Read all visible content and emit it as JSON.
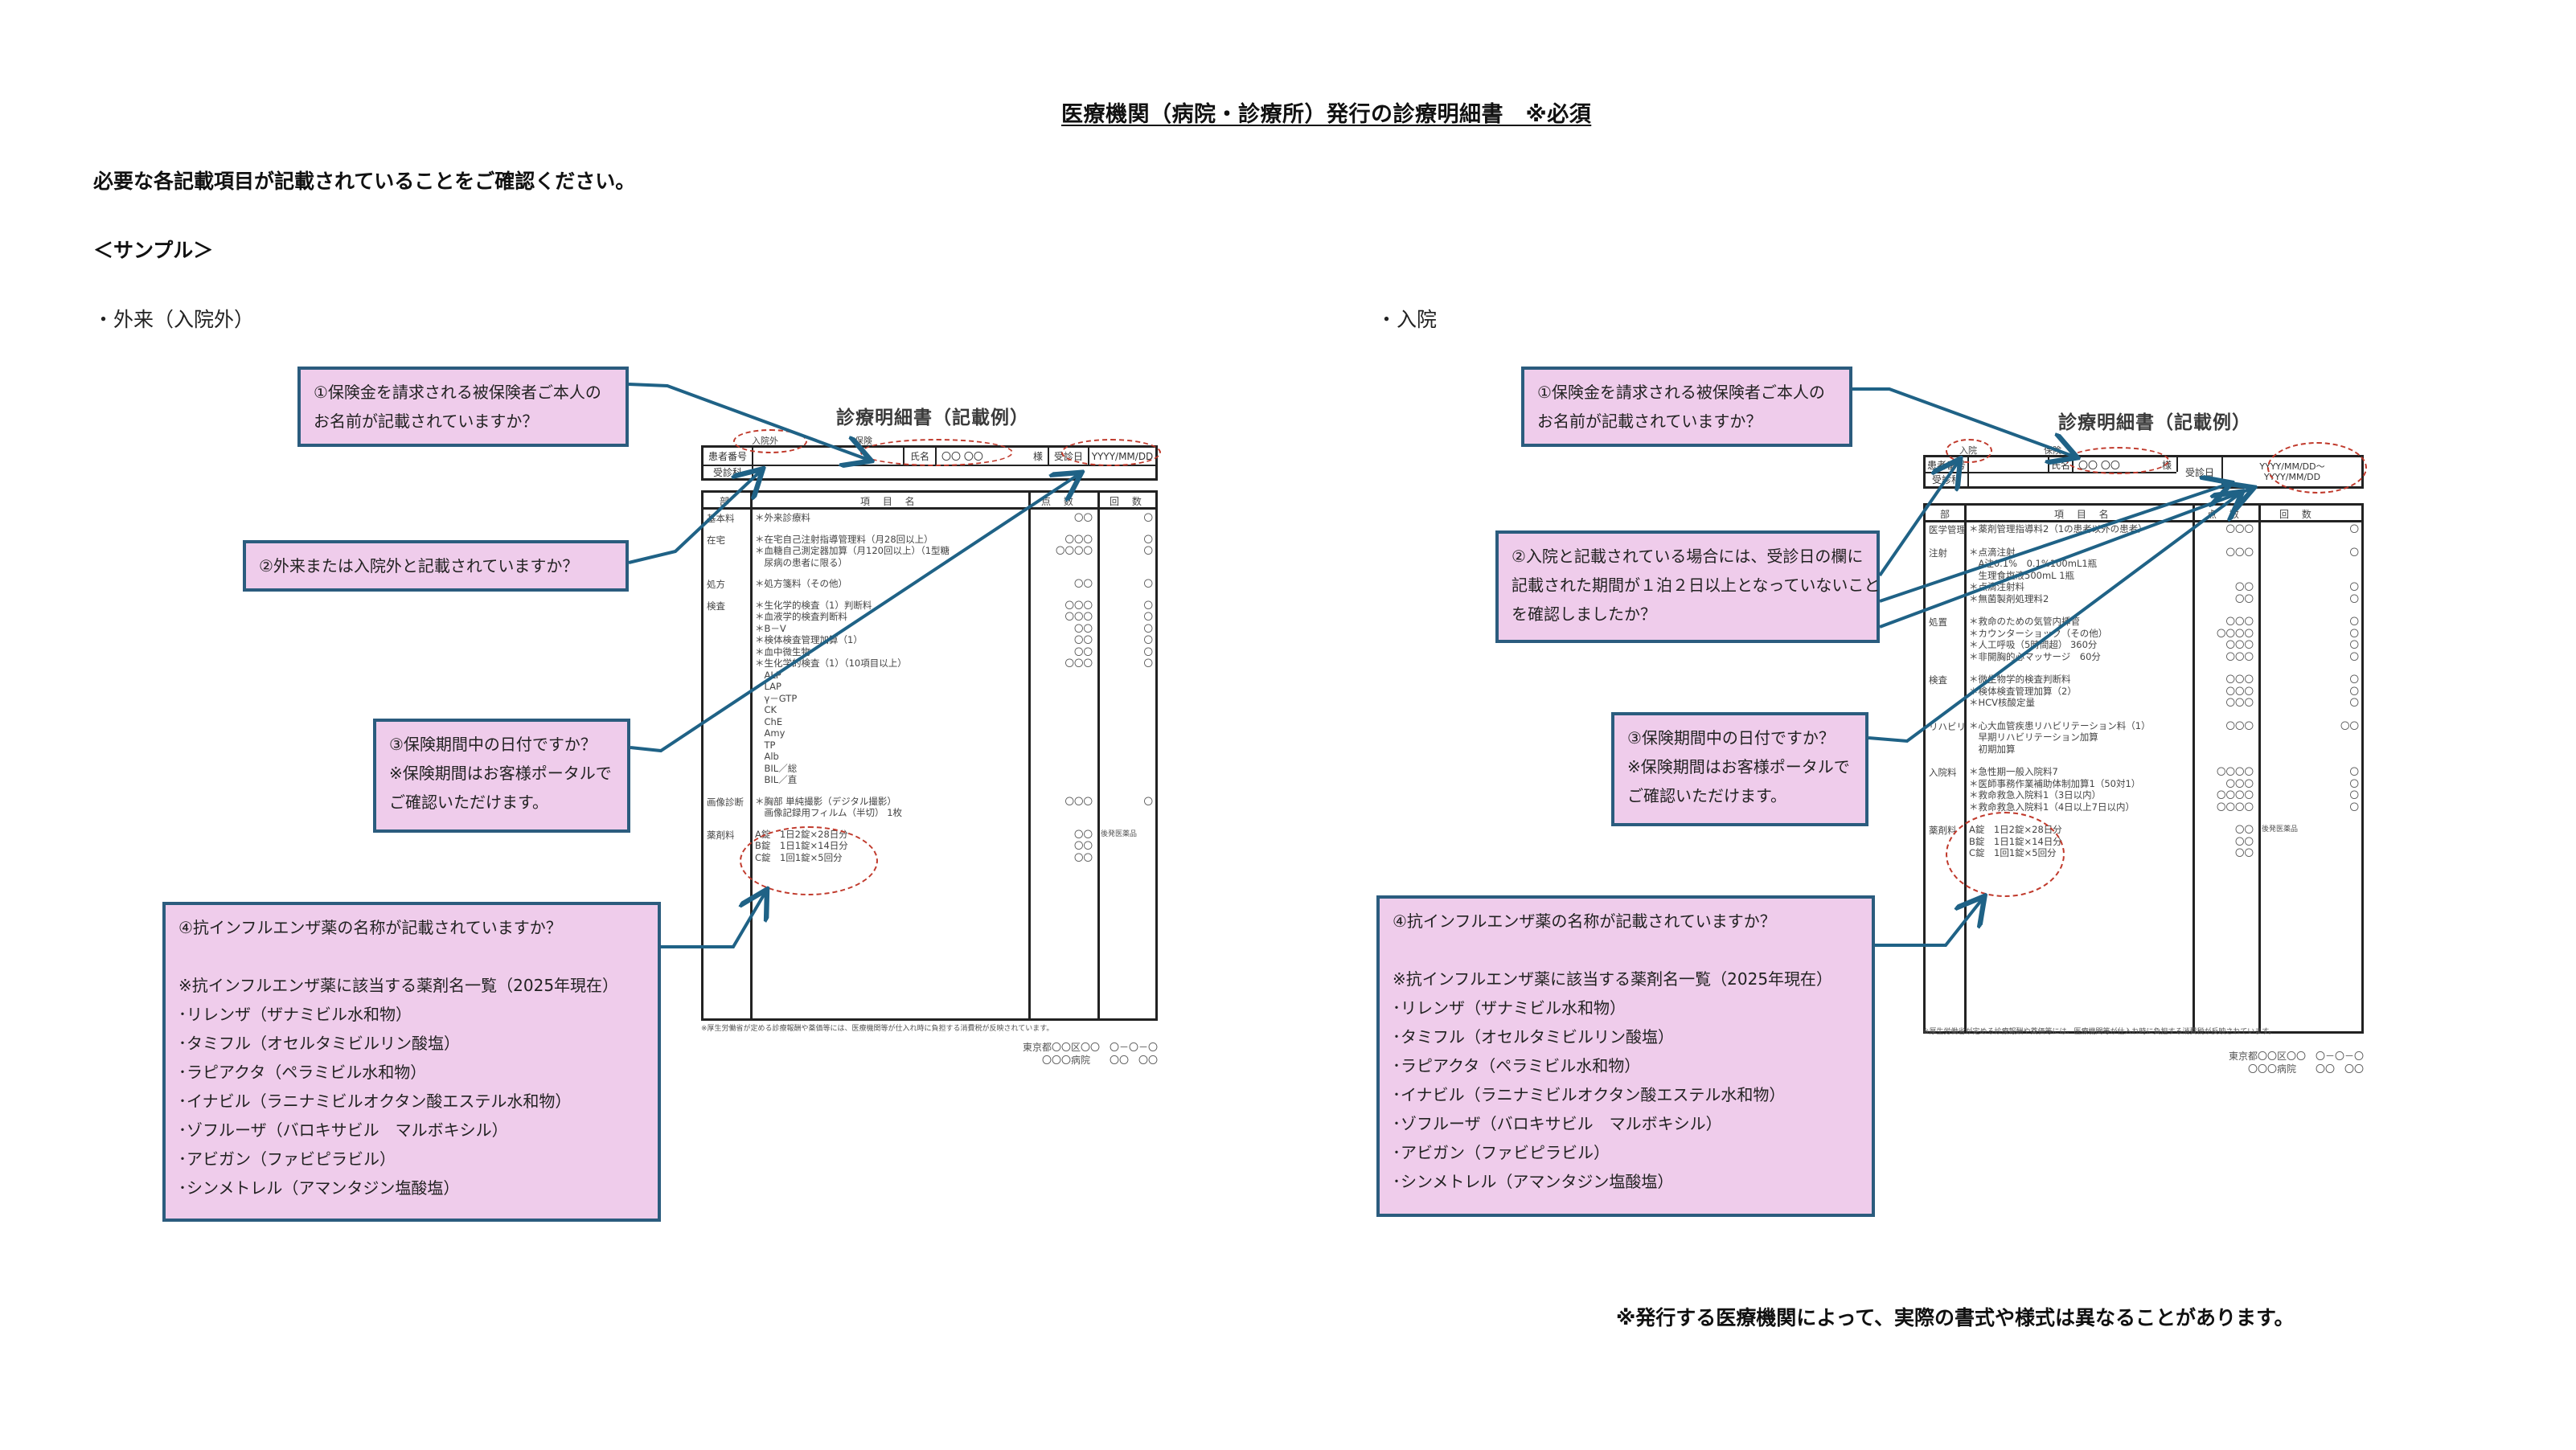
{
  "page": {
    "title": "医療機関（病院・診療所）発行の診療明細書　※必須",
    "intro": "必要な各記載項目が記載されていることをご確認ください。",
    "sample_label": "＜サンプル＞",
    "footer_note": "※発行する医療機関によって、実際の書式や様式は異なることがあります。"
  },
  "colors": {
    "callout_fill": "#efcceb",
    "callout_border": "#2b5c7e",
    "arrow": "#1f6286",
    "highlight_ellipse": "#c0392b"
  },
  "outpatient": {
    "section_label": "・外来（入院外）",
    "callouts": [
      {
        "lines": [
          "①保険金を請求される被保険者ご本人の",
          "お名前が記載されていますか？"
        ]
      },
      {
        "lines": [
          "②外来または入院外と記載されていますか？"
        ]
      },
      {
        "lines": [
          "③保険期間中の日付ですか？",
          "※保険期間はお客様ポータルで",
          "ご確認いただけます。"
        ]
      },
      {
        "lines": [
          "④抗インフルエンザ薬の名称が記載されていますか？",
          "",
          "※抗インフルエンザ薬に該当する薬剤名一覧（2025年現在）",
          "･リレンザ（ザナミビル水和物）",
          "･タミフル（オセルタミビルリン酸塩）",
          "･ラピアクタ（ペラミビル水和物）",
          "･イナビル（ラニナミビルオクタン酸エステル水和物）",
          "･ゾフルーザ（バロキサビル　マルボキシル）",
          "･アビガン（ファビピラビル）",
          "･シンメトレル（アマンタジン塩酸塩）"
        ]
      }
    ],
    "form": {
      "title": "診療明細書（記載例）",
      "visit_type": "入院外",
      "insurance_label": "保険",
      "patient_no_label": "患者番号",
      "name_label": "氏名",
      "name_value": "〇〇 〇〇",
      "honorific": "様",
      "visit_date_label": "受診日",
      "visit_date_value": "YYYY/MM/DD",
      "department_label": "受診科",
      "headers": {
        "section": "部",
        "item": "項 目 名",
        "points": "点 数",
        "count": "回 数"
      },
      "sections": [
        {
          "category": "基本料",
          "items": [
            "＊外来診療料"
          ],
          "points": [
            "〇〇"
          ],
          "counts": [
            "〇"
          ]
        },
        {
          "category": "在宅",
          "items": [
            "＊在宅自己注射指導管理料（月28回以上）",
            "＊血糖自己測定器加算（月120回以上）（1型糖",
            "　尿病の患者に限る）"
          ],
          "points": [
            "〇〇〇",
            "〇〇〇〇",
            ""
          ],
          "counts": [
            "〇",
            "〇",
            ""
          ]
        },
        {
          "category": "処方",
          "items": [
            "＊処方箋料（その他）"
          ],
          "points": [
            "〇〇"
          ],
          "counts": [
            "〇"
          ]
        },
        {
          "category": "検査",
          "items": [
            "＊生化学的検査（1）判断料",
            "＊血液学的検査判断料",
            "＊B－V",
            "＊検体検査管理加算（1）",
            "＊血中微生物",
            "＊生化学的検査（1）（10項目以上）",
            "　ALP",
            "　LAP",
            "　γ－GTP",
            "　CK",
            "　ChE",
            "　Amy",
            "　TP",
            "　Alb",
            "　BIL／総",
            "　BIL／直"
          ],
          "points": [
            "〇〇〇",
            "〇〇〇",
            "〇〇",
            "〇〇",
            "〇〇",
            "〇〇〇"
          ],
          "counts": [
            "〇",
            "〇",
            "〇",
            "〇",
            "〇",
            "〇"
          ]
        },
        {
          "category": "画像診断",
          "items": [
            "＊胸部 単純撮影（デジタル撮影）",
            "　画像記録用フィルム（半切） 1枚"
          ],
          "points": [
            "〇〇〇"
          ],
          "counts": [
            "〇"
          ]
        },
        {
          "category": "薬剤料",
          "items": [
            "A錠　1日2錠×28日分",
            "B錠　1日1錠×14日分",
            "C錠　1回1錠×5回分"
          ],
          "points": [
            "〇〇",
            "〇〇",
            "〇〇"
          ],
          "counts": [
            "後発医薬品"
          ]
        }
      ],
      "tax_note": "※厚生労働省が定める診療報酬や薬価等には、医療機関等が仕入れ時に負担する消費税が反映されています。",
      "address_lines": [
        "東京都〇〇区〇〇　〇－〇－〇",
        "〇〇〇病院　　〇〇　〇〇"
      ]
    }
  },
  "inpatient": {
    "section_label": "・入院",
    "callouts": [
      {
        "lines": [
          "①保険金を請求される被保険者ご本人の",
          "お名前が記載されていますか？"
        ]
      },
      {
        "lines": [
          "②入院と記載されている場合には、受診日の欄に",
          "記載された期間が１泊２日以上となっていないこと",
          "を確認しましたか？"
        ]
      },
      {
        "lines": [
          "③保険期間中の日付ですか？",
          "※保険期間はお客様ポータルで",
          "ご確認いただけます。"
        ]
      },
      {
        "lines": [
          "④抗インフルエンザ薬の名称が記載されていますか？",
          "",
          "※抗インフルエンザ薬に該当する薬剤名一覧（2025年現在）",
          "･リレンザ（ザナミビル水和物）",
          "･タミフル（オセルタミビルリン酸塩）",
          "･ラピアクタ（ペラミビル水和物）",
          "･イナビル（ラニナミビルオクタン酸エステル水和物）",
          "･ゾフルーザ（バロキサビル　マルボキシル）",
          "･アビガン（ファビピラビル）",
          "･シンメトレル（アマンタジン塩酸塩）"
        ]
      }
    ],
    "form": {
      "title": "診療明細書（記載例）",
      "visit_type": "入院",
      "insurance_label": "保険",
      "patient_no_label": "患者番号",
      "name_label": "氏名",
      "name_value": "〇〇 〇〇",
      "honorific": "様",
      "visit_date_label": "受診日",
      "visit_date_value_from": "YYYY/MM/DD～",
      "visit_date_value_to": "YYYY/MM/DD",
      "department_label": "受診科",
      "headers": {
        "section": "部",
        "item": "項 目 名",
        "points": "点 数",
        "count": "回 数"
      },
      "sections": [
        {
          "category": "医学管理",
          "items": [
            "＊薬剤管理指導料2（1の患者以外の患者）"
          ],
          "points": [
            "〇〇〇"
          ],
          "counts": [
            "〇"
          ]
        },
        {
          "category": "注射",
          "items": [
            "＊点滴注射",
            "　A注0.1%　0.1%100mL1瓶",
            "　生理食塩液500mL 1瓶",
            "＊点滴注射料",
            "＊無菌製剤処理料2"
          ],
          "points": [
            "〇〇〇",
            "",
            "",
            "〇〇",
            "〇〇"
          ],
          "counts": [
            "〇",
            "",
            "",
            "〇",
            "〇"
          ]
        },
        {
          "category": "処置",
          "items": [
            "＊救命のための気管内挿管",
            "＊カウンターショック（その他）",
            "＊人工呼吸（5時間超） 360分",
            "＊非開胸的心マッサージ　60分"
          ],
          "points": [
            "〇〇〇",
            "〇〇〇〇",
            "〇〇〇",
            "〇〇〇"
          ],
          "counts": [
            "〇",
            "〇",
            "〇",
            "〇"
          ]
        },
        {
          "category": "検査",
          "items": [
            "＊微生物学的検査判断料",
            "＊検体検査管理加算（2）",
            "＊HCV核酸定量"
          ],
          "points": [
            "〇〇〇",
            "〇〇〇",
            "〇〇〇"
          ],
          "counts": [
            "〇",
            "〇",
            "〇"
          ]
        },
        {
          "category": "リハビリ",
          "items": [
            "＊心大血管疾患リハビリテーション料（1）",
            "　早期リハビリテーション加算",
            "　初期加算"
          ],
          "points": [
            "〇〇〇"
          ],
          "counts": [
            "〇〇"
          ]
        },
        {
          "category": "入院料",
          "items": [
            "＊急性期一般入院料7",
            "＊医師事務作業補助体制加算1（50対1）",
            "＊救命救急入院料1（3日以内）",
            "＊救命救急入院料1（4日以上7日以内）"
          ],
          "points": [
            "〇〇〇〇",
            "〇〇〇",
            "〇〇〇〇",
            "〇〇〇〇"
          ],
          "counts": [
            "〇",
            "〇",
            "〇",
            "〇"
          ]
        },
        {
          "category": "薬剤料",
          "items": [
            "A錠　1日2錠×28日分",
            "B錠　1日1錠×14日分",
            "C錠　1回1錠×5回分"
          ],
          "points": [
            "〇〇",
            "〇〇",
            "〇〇"
          ],
          "counts": [
            "後発医薬品"
          ]
        }
      ],
      "tax_note": "※厚生労働省が定める診療報酬や薬価等には、医療機関等が仕入れ時に負担する消費税が反映されています。",
      "address_lines": [
        "東京都〇〇区〇〇　〇－〇－〇",
        "〇〇〇病院　　〇〇　〇〇"
      ]
    }
  }
}
